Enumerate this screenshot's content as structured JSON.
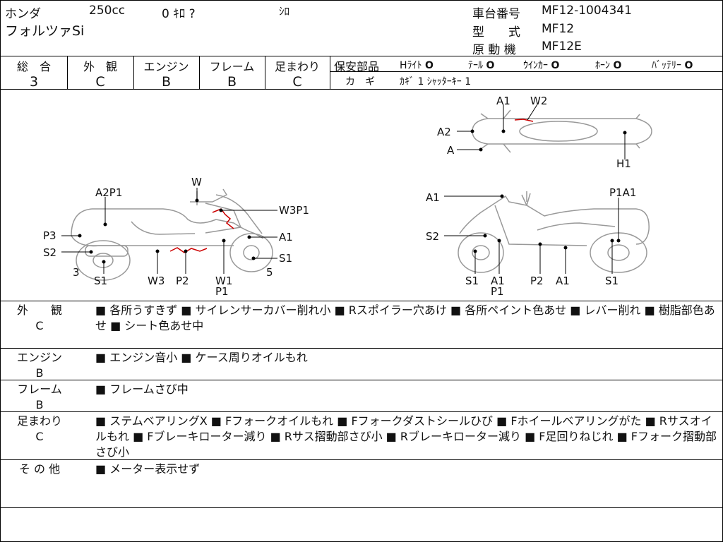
{
  "header": {
    "maker": "ホンダ",
    "displacement": "250cc",
    "mileage": "0 ｷﾛ ?",
    "color": "ｼﾛ",
    "model_name": "フォルツァSi",
    "frame_no_label": "車台番号",
    "frame_no": "MF12-1004341",
    "type_label": "型　　式",
    "type_value": "MF12",
    "engine_label": "原 動 機",
    "engine_value": "MF12E"
  },
  "grades": [
    {
      "label": "総　合",
      "value": "3"
    },
    {
      "label": "外　観",
      "value": "C"
    },
    {
      "label": "エンジン",
      "value": "B"
    },
    {
      "label": "フレーム",
      "value": "B"
    },
    {
      "label": "足まわり",
      "value": "C"
    }
  ],
  "safety": {
    "label": "保安部品",
    "items": [
      {
        "name": "Hﾗｲﾄ",
        "mark": "O"
      },
      {
        "name": "ﾃｰﾙ",
        "mark": "O"
      },
      {
        "name": "ｳｲﾝｶｰ",
        "mark": "O"
      },
      {
        "name": "ﾎｰﾝ",
        "mark": "O"
      },
      {
        "name": "ﾊﾞｯﾃﾘｰ",
        "mark": "O"
      }
    ],
    "key_label": "カ　ギ",
    "key_value": "ｶｷﾞ 1 ｼｬｯﾀｰｷｰ 1"
  },
  "diagram": {
    "left": {
      "labels": [
        "W",
        "A2P1",
        "W3P1",
        "P3",
        "A1",
        "S2",
        "S1",
        "3",
        "5",
        "S1",
        "W3",
        "P2",
        "W1",
        "P1"
      ]
    },
    "top": {
      "labels": [
        "A1",
        "W2",
        "A2",
        "A",
        "H1"
      ]
    },
    "right": {
      "labels": [
        "A1",
        "P1A1",
        "S2",
        "S1",
        "A1",
        "P1",
        "P2",
        "A1",
        "S1"
      ]
    }
  },
  "sections": [
    {
      "label": "外　　観",
      "grade": "C",
      "text": "■ 各所うすきず ■ サイレンサーカバー削れ小 ■ Rスポイラー穴あけ ■ 各所ペイント色あせ ■ レバー削れ ■ 樹脂部色あせ ■ シート色あせ中"
    },
    {
      "label": "エンジン",
      "grade": "B",
      "text": "■ エンジン音小 ■ ケース周りオイルもれ"
    },
    {
      "label": "フレーム",
      "grade": "B",
      "text": "■ フレームさび中"
    },
    {
      "label": "足まわり",
      "grade": "C",
      "text": "■ ステムベアリングX ■ Fフォークオイルもれ ■ Fフォークダストシールひび ■ Fホイールベアリングがた ■ Rサスオイルもれ ■ Fブレーキローター減り ■ Rサス摺動部さび小 ■ Rブレーキローター減り ■ F足回りねじれ ■ Fフォーク摺動部さび小"
    },
    {
      "label": "そ の 他",
      "grade": "",
      "text": "■ メーター表示せず"
    }
  ]
}
